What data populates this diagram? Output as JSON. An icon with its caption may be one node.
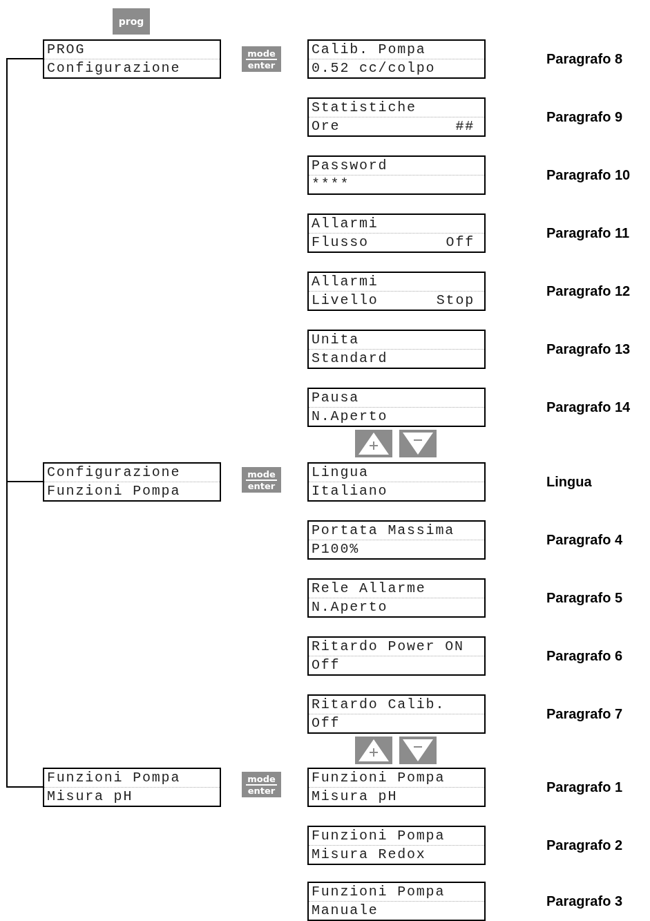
{
  "diagram": {
    "nodes": [
      {
        "text": [
          "prog"
        ]
      },
      {
        "text": [
          "PROG",
          "Configurazione"
        ]
      },
      {
        "text": [
          "mode",
          "enter"
        ]
      },
      {
        "text": [
          "Calib. Pompa",
          "0.52 cc/colpo"
        ]
      },
      {
        "text": [
          "Statistiche",
          "Ore",
          "##"
        ]
      },
      {
        "text": [
          "Password",
          "****"
        ]
      },
      {
        "text": [
          "Allarmi",
          "Flusso",
          "Off"
        ]
      },
      {
        "text": [
          "Allarmi",
          "Livello",
          "Stop"
        ]
      },
      {
        "text": [
          "Unita",
          "Standard"
        ]
      },
      {
        "text": [
          "Pausa",
          "N.Aperto"
        ]
      },
      {
        "text": [
          "Configurazione",
          "Funzioni Pompa"
        ]
      },
      {
        "text": [
          "mode",
          "enter"
        ]
      },
      {
        "text": [
          "Lingua",
          "Italiano"
        ]
      },
      {
        "text": [
          "Portata Massima",
          "P100%"
        ]
      },
      {
        "text": [
          "Rele Allarme",
          "N.Aperto"
        ]
      },
      {
        "text": [
          "Ritardo Power ON",
          "Off"
        ]
      },
      {
        "text": [
          "Ritardo Calib.",
          "Off"
        ]
      },
      {
        "text": [
          "Funzioni Pompa",
          "Misura pH"
        ]
      },
      {
        "text": [
          "mode",
          "enter"
        ]
      },
      {
        "text": [
          "Funzioni Pompa",
          "Misura pH"
        ]
      },
      {
        "text": [
          "Funzioni Pompa",
          "Misura Redox"
        ]
      },
      {
        "text": [
          "Funzioni Pompa",
          "Manuale"
        ]
      }
    ],
    "edges": [
      {
        "from": 1,
        "to": 10,
        "arrow": "none"
      },
      {
        "from": 10,
        "to": 17,
        "arrow": "none"
      }
    ],
    "labels": [
      "Paragrafo 8",
      "Paragrafo 9",
      "Paragrafo 10",
      "Paragrafo 11",
      "Paragrafo 12",
      "Paragrafo 13",
      "Paragrafo 14",
      "Lingua",
      "Paragrafo 4",
      "Paragrafo 5",
      "Paragrafo 6",
      "Paragrafo 7",
      "Paragrafo 1",
      "Paragrafo 2",
      "Paragrafo 3"
    ]
  }
}
